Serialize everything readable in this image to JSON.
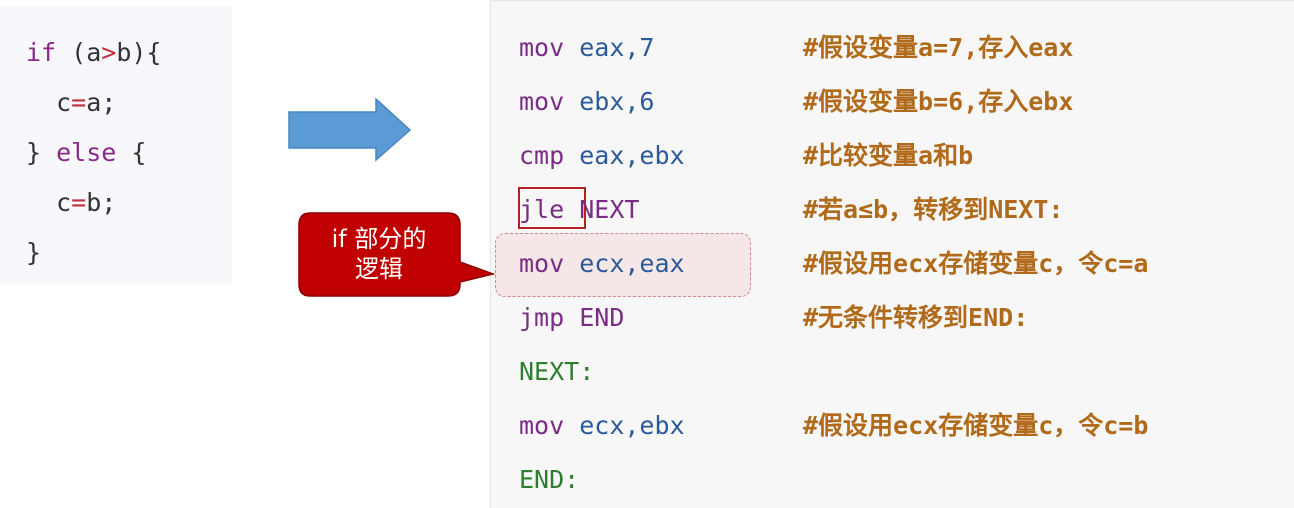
{
  "c_code": {
    "lines": [
      {
        "parts": [
          "if",
          " (a",
          ">",
          "b){"
        ]
      },
      {
        "parts": [
          "  c",
          "=",
          "a;"
        ]
      },
      {
        "parts": [
          "} ",
          "else",
          " {"
        ]
      },
      {
        "parts": [
          "  c",
          "=",
          "b;"
        ]
      },
      {
        "parts": [
          "}"
        ]
      }
    ]
  },
  "asm": {
    "lines": [
      {
        "mnemonic": "mov",
        "sep": " ",
        "operands": "eax,7",
        "comment": "#假设变量a=7,存入eax"
      },
      {
        "mnemonic": "mov",
        "sep": " ",
        "operands": "ebx,6",
        "comment": "#假设变量b=6,存入ebx"
      },
      {
        "mnemonic": "cmp",
        "sep": " ",
        "operands": "eax,ebx",
        "comment": "#比较变量a和b"
      },
      {
        "mnemonic": "jle",
        "sep": " ",
        "operands": "NEXT",
        "comment": "#若a≤b，转移到NEXT:"
      },
      {
        "mnemonic": "mov",
        "sep": " ",
        "operands": "ecx,eax",
        "comment": "#假设用ecx存储变量c，令c=a"
      },
      {
        "mnemonic": "jmp",
        "sep": " ",
        "operands": "END",
        "comment": "#无条件转移到END:"
      },
      {
        "label": "NEXT:"
      },
      {
        "mnemonic": "mov",
        "sep": " ",
        "operands": "ecx,ebx",
        "comment": "#假设用ecx存储变量c，令c=b"
      },
      {
        "label": "END:"
      }
    ]
  },
  "callout": {
    "line1": "if 部分的",
    "line2": "逻辑"
  },
  "colors": {
    "keyword": "#8a2a8a",
    "operator": "#c0303a",
    "mnemonic": "#7a2d84",
    "register": "#2b5a9b",
    "label": "#2f7d2f",
    "comment": "#b06a1a",
    "callout_fill": "#c00000",
    "arrow_fill": "#5b9bd5"
  }
}
